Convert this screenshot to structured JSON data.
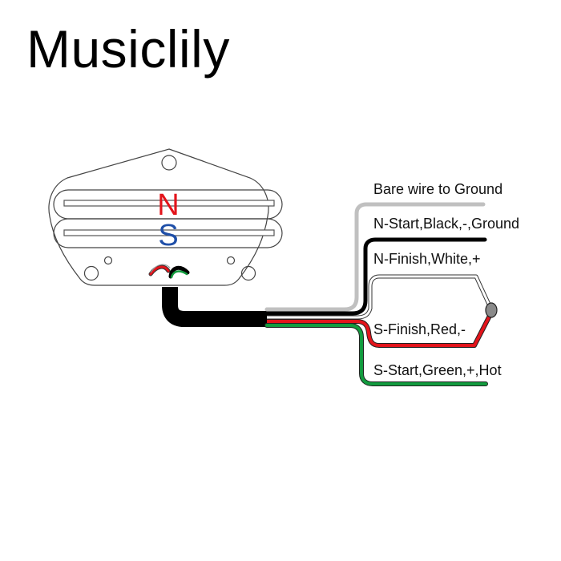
{
  "brand": {
    "title": "Musiclily"
  },
  "pickup": {
    "north_label": "N",
    "south_label": "S",
    "north_color": "#e3141b",
    "south_color": "#1f4fa8"
  },
  "wires": [
    {
      "id": "bare",
      "label": "Bare wire to Ground",
      "color": "#c0c0c0"
    },
    {
      "id": "n-start",
      "label": "N-Start,Black,-,Ground",
      "color": "#000000"
    },
    {
      "id": "n-finish",
      "label": "N-Finish,White,+",
      "color": "#ffffff"
    },
    {
      "id": "s-finish",
      "label": "S-Finish,Red,-",
      "color": "#e3141b"
    },
    {
      "id": "s-start",
      "label": "S-Start,Green,+,Hot",
      "color": "#129b3e"
    }
  ],
  "junction": {
    "color": "#8a8a8a"
  }
}
